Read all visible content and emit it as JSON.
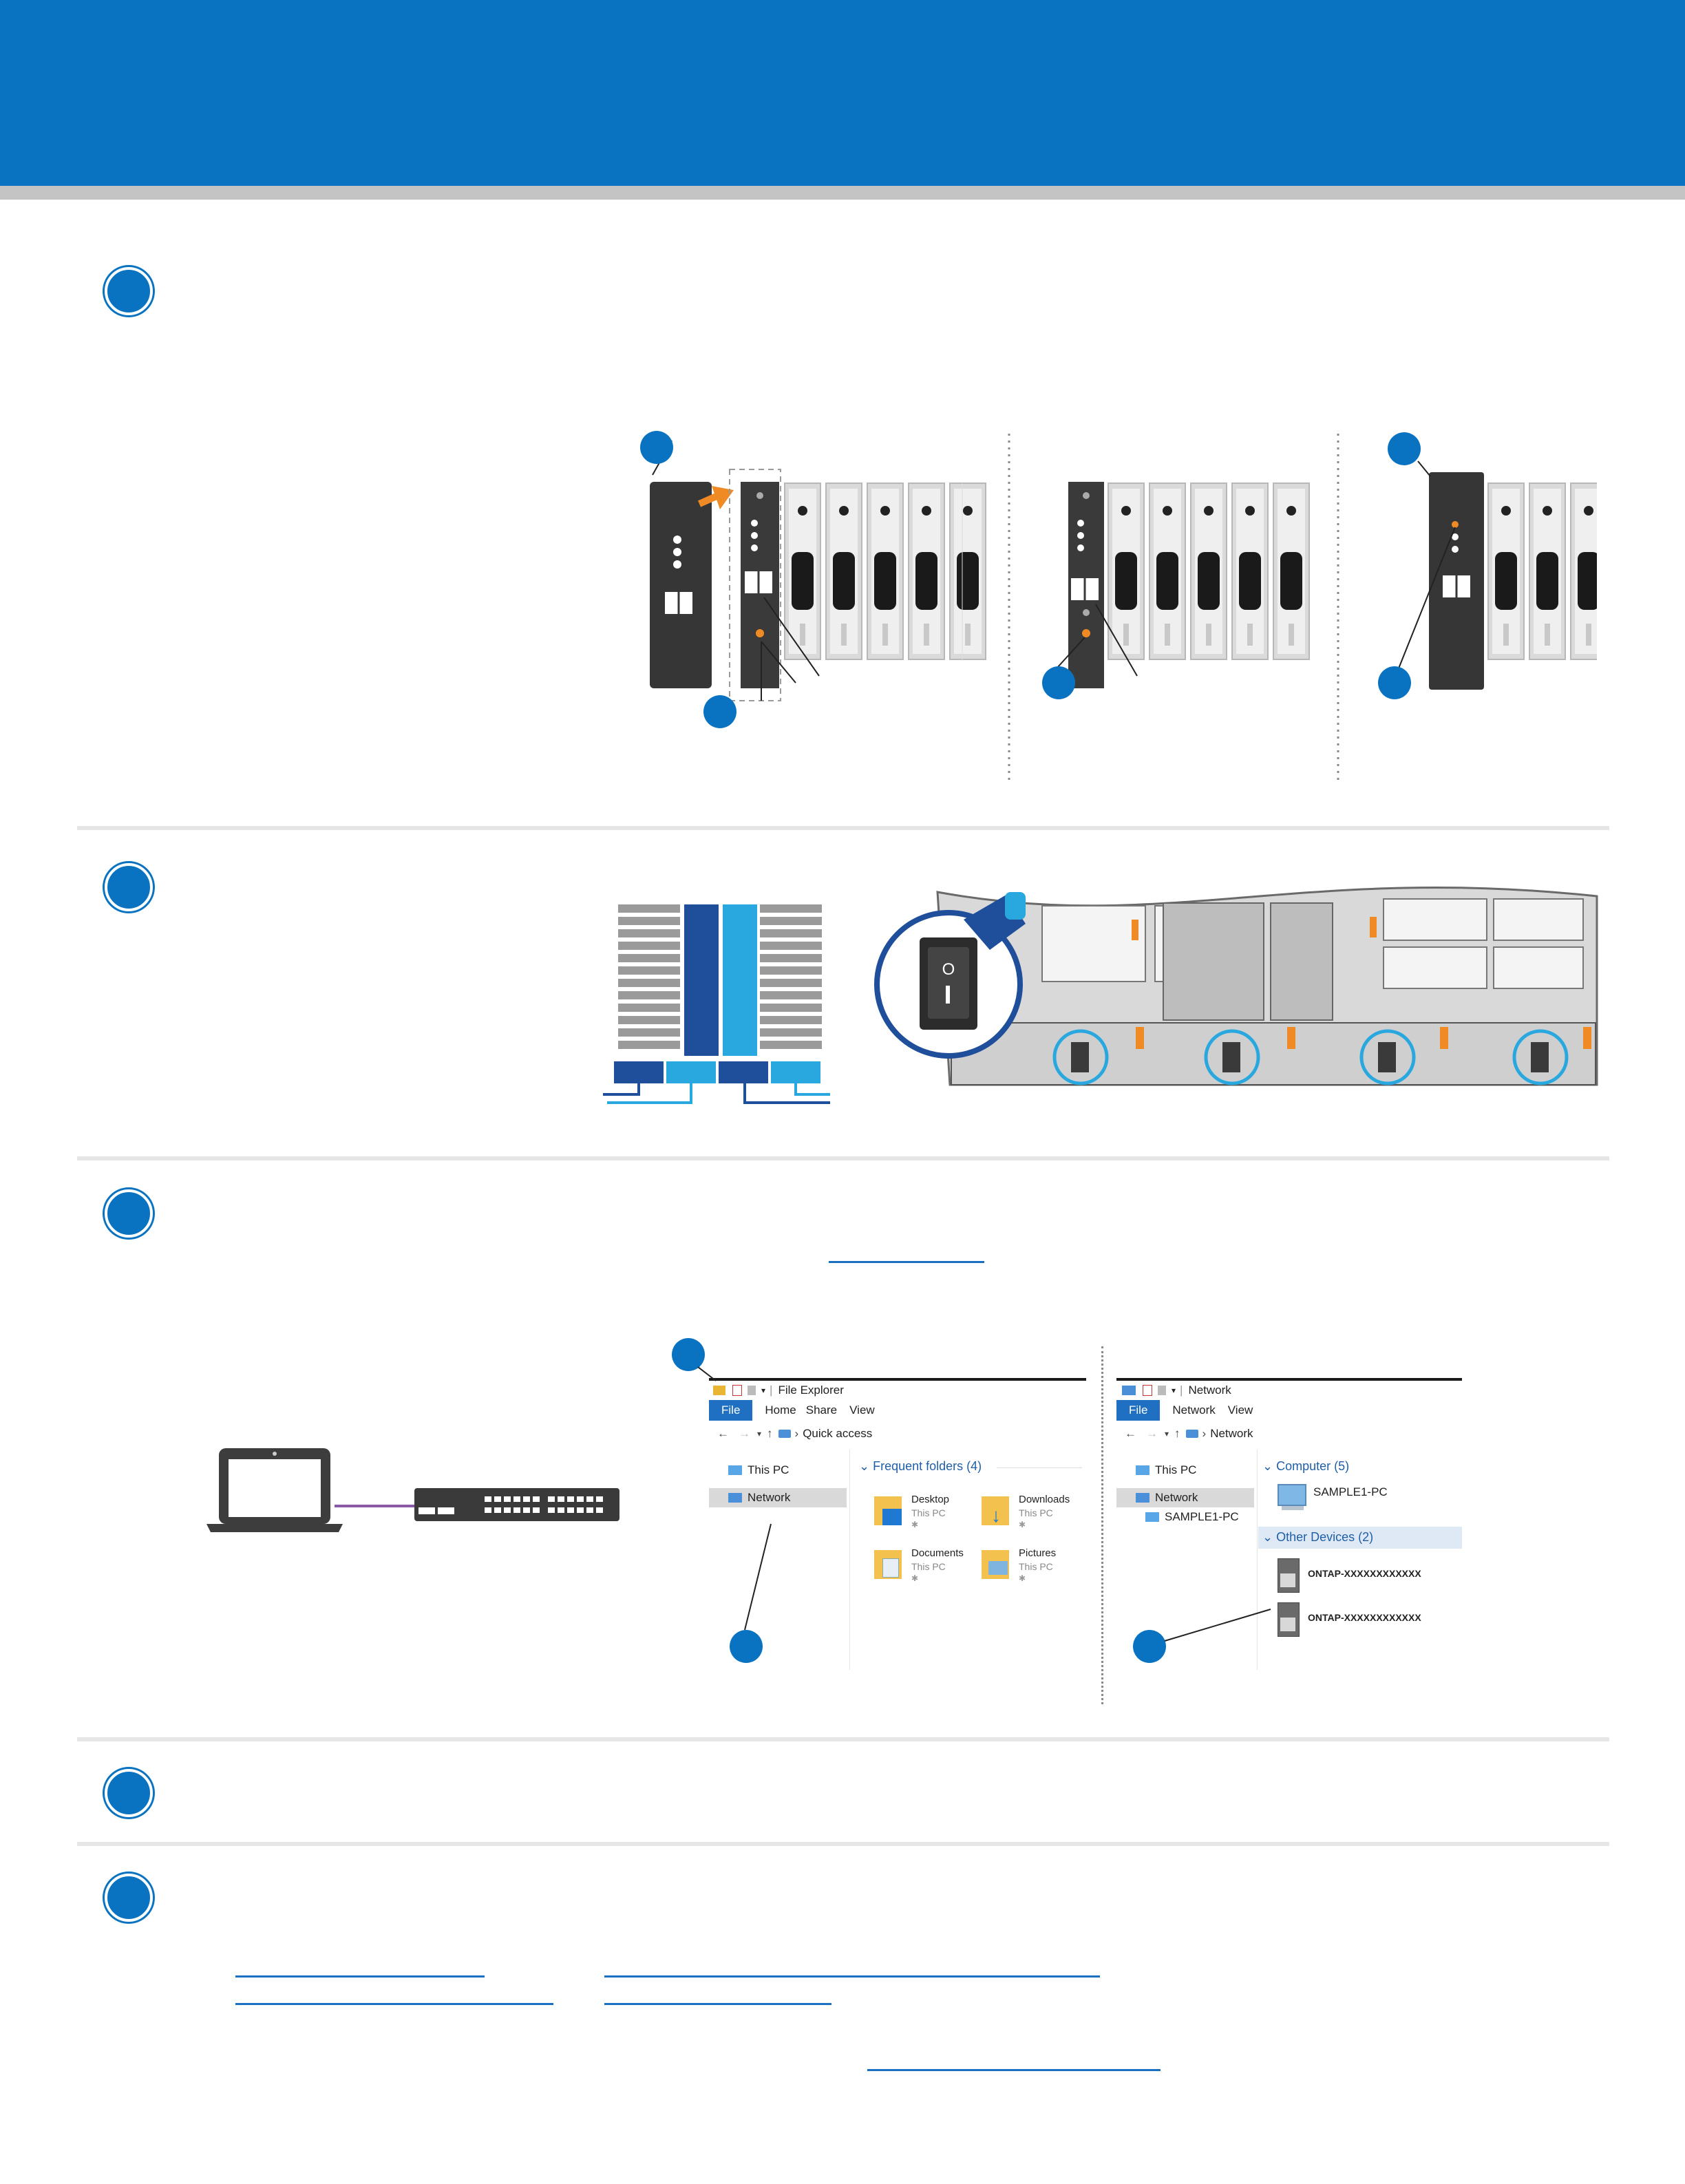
{
  "explorer_left": {
    "window_title": "File Explorer",
    "tabs": [
      "File",
      "Home",
      "Share",
      "View"
    ],
    "address": "Quick access",
    "nav": [
      "This PC",
      "Network"
    ],
    "section": "Frequent folders (4)",
    "folders": [
      {
        "name": "Desktop",
        "loc": "This PC"
      },
      {
        "name": "Downloads",
        "loc": "This PC"
      },
      {
        "name": "Documents",
        "loc": "This PC"
      },
      {
        "name": "Pictures",
        "loc": "This PC"
      }
    ]
  },
  "explorer_right": {
    "window_title": "Network",
    "tabs": [
      "File",
      "Network",
      "View"
    ],
    "address": "Network",
    "nav": [
      "This PC",
      "Network",
      "SAMPLE1-PC"
    ],
    "computer_group": "Computer (5)",
    "computer": "SAMPLE1-PC",
    "other_group": "Other Devices (2)",
    "devices": [
      "ONTAP-XXXXXXXXXXXX",
      "ONTAP-XXXXXXXXXXXX"
    ]
  },
  "colors": {
    "brand_blue": "#0a73c1",
    "header_stripe": "#c4c4c4",
    "accent_orange": "#f08a24",
    "dark_navy": "#1f4e9b",
    "light_blue": "#29a8e0"
  }
}
